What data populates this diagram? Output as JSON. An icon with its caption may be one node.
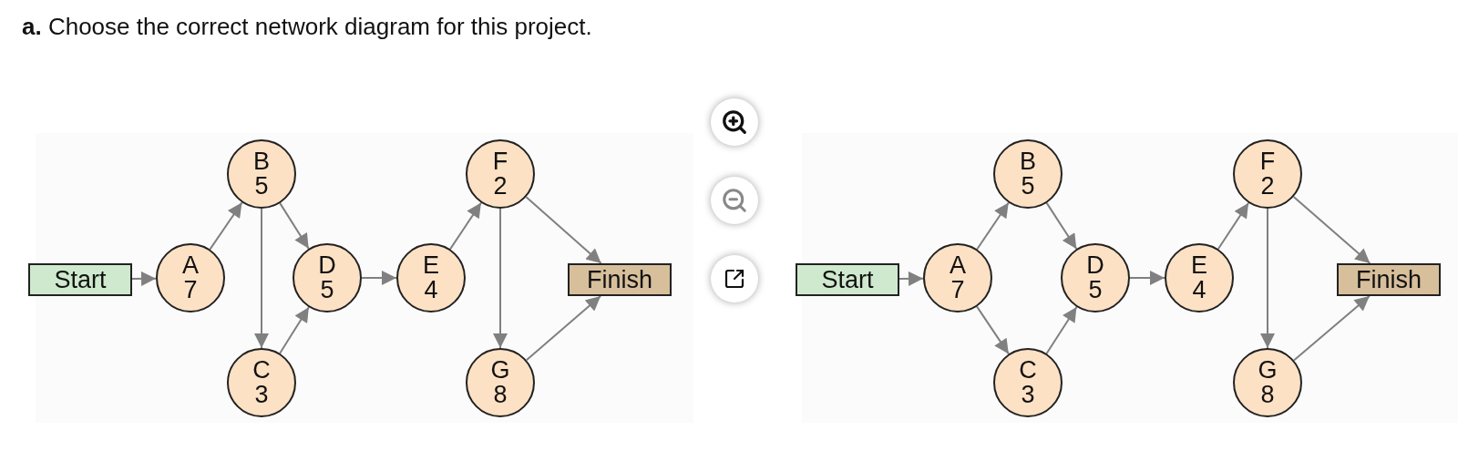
{
  "diagram": {
    "title": "**a.** Choose the correct network diagram for this project.",
    "nodes": [
      {
        "text": [
          "Start"
        ]
      },
      {
        "text": [
          "A",
          "7"
        ]
      },
      {
        "text": [
          "B",
          "5"
        ]
      },
      {
        "text": [
          "C",
          "3"
        ]
      },
      {
        "text": [
          "D",
          "5"
        ]
      },
      {
        "text": [
          "E",
          "4"
        ]
      },
      {
        "text": [
          "F",
          "2"
        ]
      },
      {
        "text": [
          "G",
          "8"
        ]
      },
      {
        "text": [
          "Finish"
        ]
      },
      {
        "text": [
          "Start"
        ]
      },
      {
        "text": [
          "A",
          "7"
        ]
      },
      {
        "text": [
          "B",
          "5"
        ]
      },
      {
        "text": [
          "C",
          "3"
        ]
      },
      {
        "text": [
          "D",
          "5"
        ]
      },
      {
        "text": [
          "E",
          "4"
        ]
      },
      {
        "text": [
          "F",
          "2"
        ]
      },
      {
        "text": [
          "G",
          "8"
        ]
      },
      {
        "text": [
          "Finish"
        ]
      }
    ],
    "edges": [
      {
        "from": 0,
        "to": 1,
        "arrow": "to"
      },
      {
        "from": 1,
        "to": 2,
        "arrow": "to"
      },
      {
        "from": 2,
        "to": 3,
        "arrow": "to"
      },
      {
        "from": 2,
        "to": 4,
        "arrow": "to"
      },
      {
        "from": 3,
        "to": 4,
        "arrow": "to"
      },
      {
        "from": 4,
        "to": 5,
        "arrow": "to"
      },
      {
        "from": 5,
        "to": 6,
        "arrow": "to"
      },
      {
        "from": 6,
        "to": 7,
        "arrow": "to"
      },
      {
        "from": 6,
        "to": 8,
        "arrow": "to"
      },
      {
        "from": 7,
        "to": 8,
        "arrow": "to"
      },
      {
        "from": 9,
        "to": 10,
        "arrow": "to"
      },
      {
        "from": 10,
        "to": 11,
        "arrow": "to"
      },
      {
        "from": 10,
        "to": 12,
        "arrow": "to"
      },
      {
        "from": 11,
        "to": 13,
        "arrow": "to"
      },
      {
        "from": 12,
        "to": 13,
        "arrow": "to"
      },
      {
        "from": 13,
        "to": 14,
        "arrow": "to"
      },
      {
        "from": 14,
        "to": 15,
        "arrow": "to"
      },
      {
        "from": 15,
        "to": 16,
        "arrow": "to"
      },
      {
        "from": 15,
        "to": 17,
        "arrow": "to"
      },
      {
        "from": 16,
        "to": 17,
        "arrow": "to"
      }
    ]
  }
}
